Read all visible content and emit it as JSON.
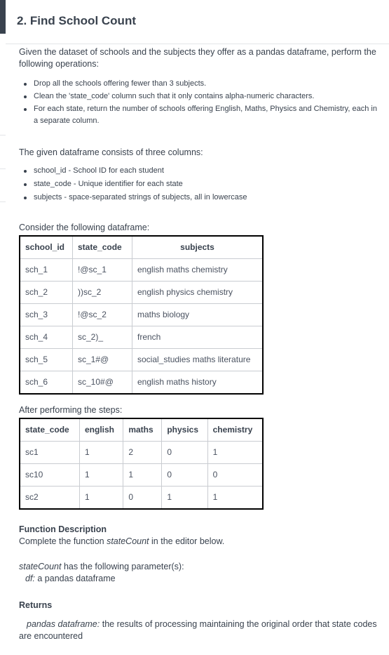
{
  "title": "2. Find School Count",
  "intro": "Given the dataset of schools and the subjects they offer as a pandas dataframe, perform the following operations:",
  "operations": [
    "Drop all the schools offering fewer than 3 subjects.",
    "Clean the 'state_code' column such that it only contains alpha-numeric characters.",
    "For each state, return the number of schools offering English, Maths, Physics and Chemistry, each in a separate column."
  ],
  "columns_intro": "The given dataframe consists of three columns:",
  "columns": [
    "school_id - School ID for each student",
    "state_code - Unique identifier for each state",
    "subjects - space-separated strings of subjects, all in lowercase"
  ],
  "consider_label": "Consider the following dataframe:",
  "input_table": {
    "headers": [
      "school_id",
      "state_code",
      "subjects"
    ],
    "rows": [
      [
        "sch_1",
        "!@sc_1",
        "english maths chemistry"
      ],
      [
        "sch_2",
        "))sc_2",
        "english physics chemistry"
      ],
      [
        "sch_3",
        "!@sc_2",
        "maths biology"
      ],
      [
        "sch_4",
        "sc_2)_",
        "french"
      ],
      [
        "sch_5",
        "sc_1#@",
        "social_studies maths literature"
      ],
      [
        "sch_6",
        "sc_10#@",
        "english maths history"
      ]
    ]
  },
  "after_label": "After performing the steps:",
  "output_table": {
    "headers": [
      "state_code",
      "english",
      "maths",
      "physics",
      "chemistry"
    ],
    "rows": [
      [
        "sc1",
        "1",
        "2",
        "0",
        "1"
      ],
      [
        "sc10",
        "1",
        "1",
        "0",
        "0"
      ],
      [
        "sc2",
        "1",
        "0",
        "1",
        "1"
      ]
    ]
  },
  "function_description": {
    "heading": "Function Description",
    "text_before": "Complete the function ",
    "function_name": "stateCount",
    "text_after": " in the editor below."
  },
  "parameters": {
    "function_name": "stateCount",
    "text": " has the following parameter(s):",
    "param_name": "df:",
    "param_desc": " a pandas dataframe"
  },
  "returns": {
    "heading": "Returns",
    "type": "pandas dataframe:",
    "desc": " the results of processing maintaining the original order that state codes are encountered"
  }
}
